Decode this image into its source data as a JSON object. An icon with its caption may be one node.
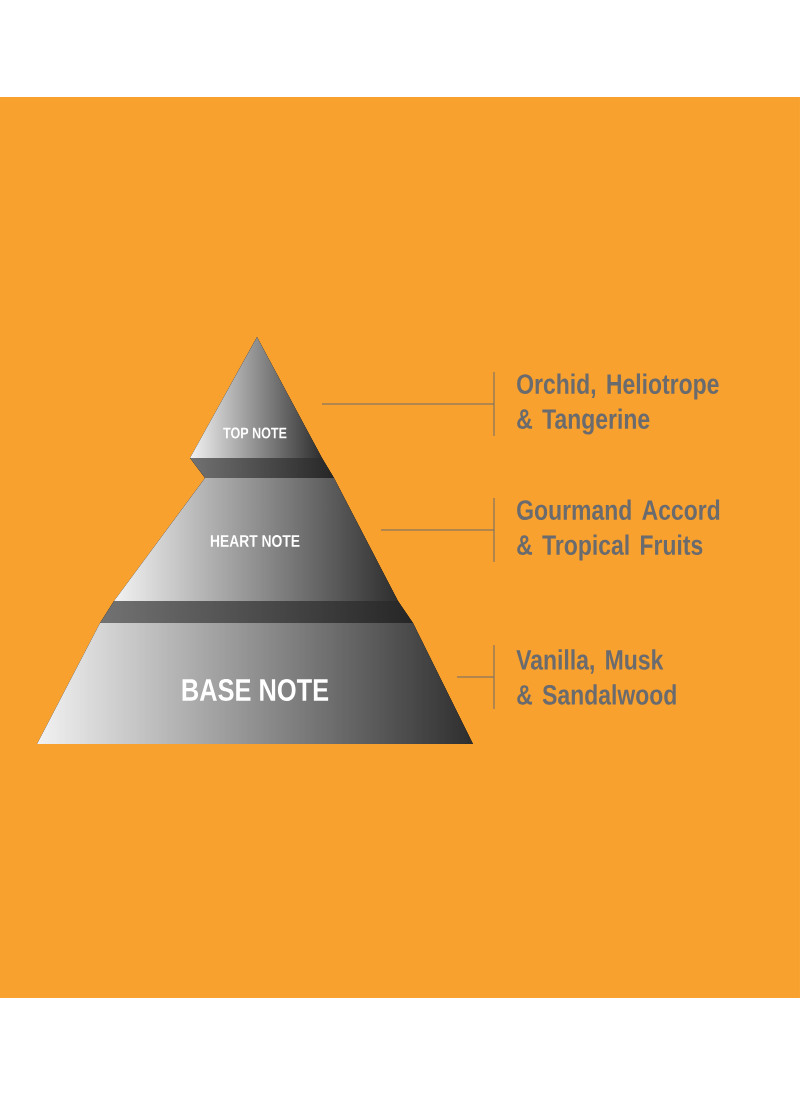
{
  "diagram": {
    "nodes": [
      {
        "text": [
          "TOP NOTE"
        ]
      },
      {
        "text": [
          "HEART NOTE"
        ]
      },
      {
        "text": [
          "BASE NOTE"
        ]
      },
      {
        "text": [
          "Orchid, Heliotrope & Tangerine"
        ]
      },
      {
        "text": [
          "Gourmand Accord & Tropical Fruits"
        ]
      },
      {
        "text": [
          "Vanilla, Musk & Sandalwood"
        ]
      }
    ],
    "edges": [
      {
        "from": 3,
        "to": 0,
        "arrow": "none"
      },
      {
        "from": 4,
        "to": 1,
        "arrow": "none"
      },
      {
        "from": 5,
        "to": 2,
        "arrow": "none"
      }
    ]
  }
}
